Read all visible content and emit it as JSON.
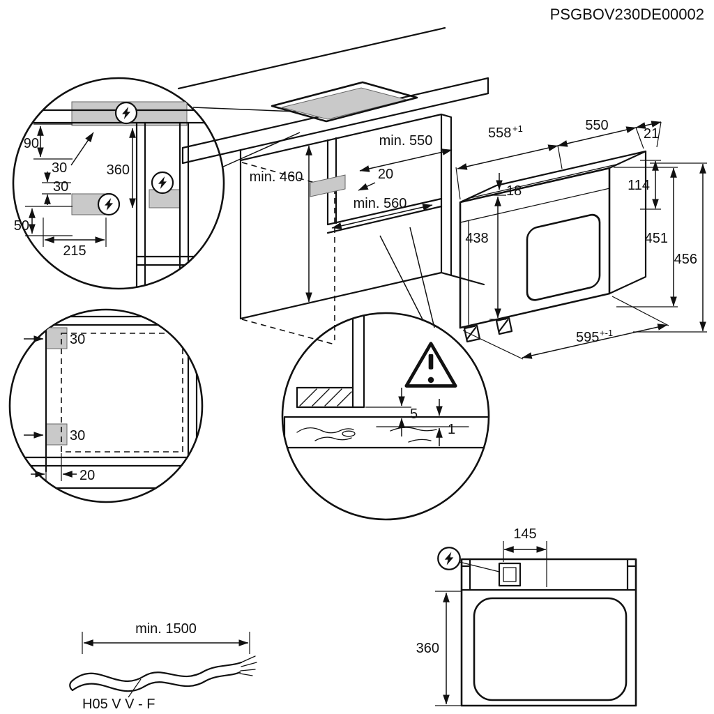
{
  "document_code": "PSGBOV230DE00002",
  "side_detail": {
    "dim_90": "90",
    "dim_30_top": "30",
    "dim_360": "360",
    "dim_30_mid": "30",
    "dim_50": "50",
    "dim_215": "215"
  },
  "cabinet_iso": {
    "dim_min_460": "min. 460",
    "dim_min_550": "min. 550",
    "dim_20": "20",
    "dim_min_560": "min. 560"
  },
  "oven_iso": {
    "dim_558": "558",
    "dim_558_tol": "+1",
    "dim_550": "550",
    "dim_21": "21",
    "dim_18": "18",
    "dim_438": "438",
    "dim_114": "114",
    "dim_451": "451",
    "dim_456": "456",
    "dim_595": "595",
    "dim_595_tol": "+-1"
  },
  "front_view": {
    "dim_30_top": "30",
    "dim_30_bottom": "30",
    "dim_20": "20"
  },
  "gap_detail": {
    "dim_5": "5",
    "dim_1": "1"
  },
  "top_view": {
    "dim_145": "145",
    "dim_360": "360"
  },
  "cable": {
    "dim_min_1500": "min. 1500",
    "type_label": "H05 V V - F"
  }
}
